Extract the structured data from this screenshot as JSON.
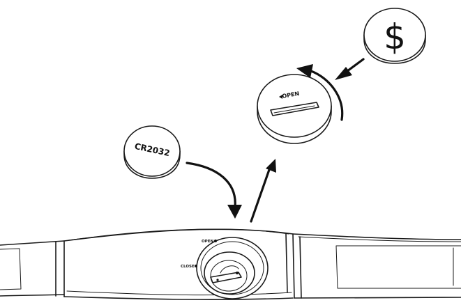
{
  "labels": {
    "battery": "CR2032",
    "coin_symbol": "$",
    "cover_open": "OPEN",
    "strap_open": "OPEN",
    "strap_close": "CLOSE"
  }
}
